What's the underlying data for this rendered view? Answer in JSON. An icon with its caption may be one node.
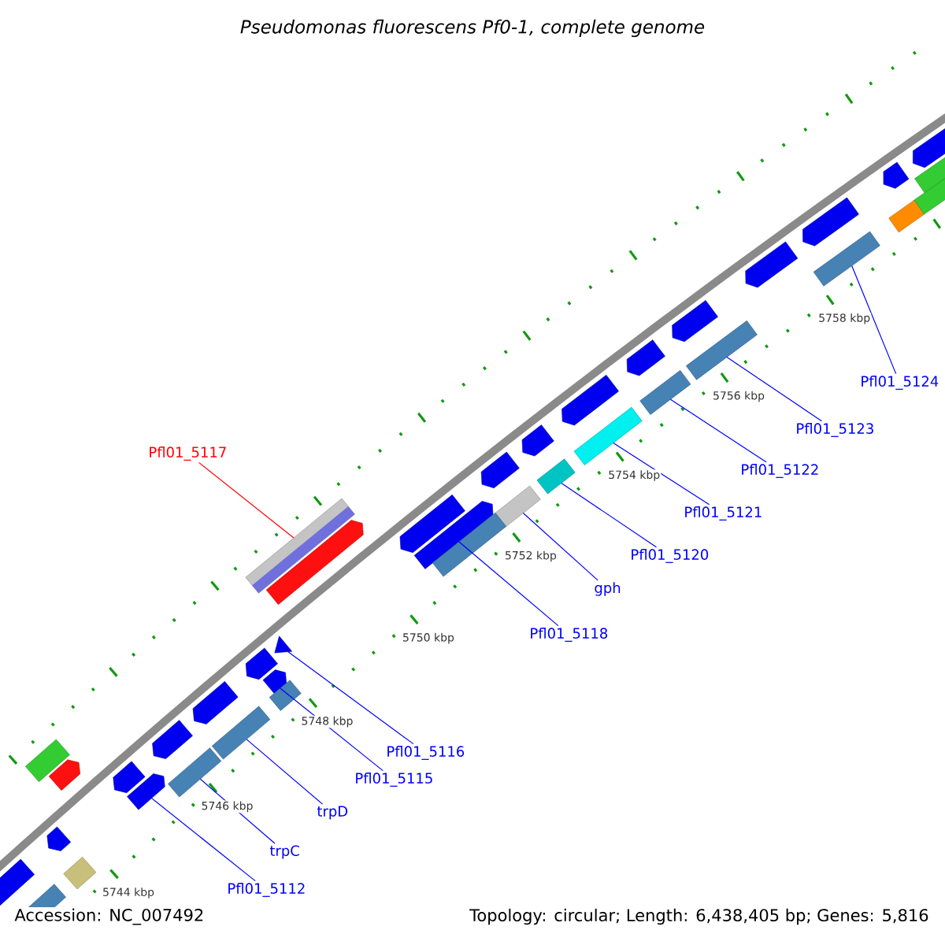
{
  "diagram": {
    "title": "Pseudomonas fluorescens Pf0-1, complete genome",
    "nodes": [
      {
        "text": [
          "Pfl01_5124"
        ]
      },
      {
        "text": [
          "Pfl01_5123"
        ]
      },
      {
        "text": [
          "Pfl01_5117"
        ]
      },
      {
        "text": [
          "Pfl01_5122"
        ]
      },
      {
        "text": [
          "Pfl01_5121"
        ]
      },
      {
        "text": [
          "Pfl01_5120"
        ]
      },
      {
        "text": [
          "gph"
        ]
      },
      {
        "text": [
          "Pfl01_5118"
        ]
      },
      {
        "text": [
          "Pfl01_5116"
        ]
      },
      {
        "text": [
          "Pfl01_5115"
        ]
      },
      {
        "text": [
          "trpD"
        ]
      },
      {
        "text": [
          "trpC"
        ]
      },
      {
        "text": [
          "Pfl01_5112"
        ]
      },
      {
        "text": [],
        "shape": "bar"
      },
      {
        "text": [],
        "shape": "bar"
      },
      {
        "text": [],
        "shape": "bar"
      },
      {
        "text": [],
        "shape": "bar"
      },
      {
        "text": [],
        "shape": "bar"
      },
      {
        "text": [],
        "shape": "bar"
      },
      {
        "text": [],
        "shape": "bar"
      },
      {
        "text": [],
        "shape": "bar"
      },
      {
        "text": [],
        "shape": "triangle"
      },
      {
        "text": [],
        "shape": "bar"
      },
      {
        "text": [],
        "shape": "bar"
      },
      {
        "text": [],
        "shape": "bar"
      },
      {
        "text": [],
        "shape": "bar"
      },
      {
        "text": [],
        "shape": "bar"
      },
      {
        "text": [],
        "shape": "bar"
      },
      {
        "text": [],
        "shape": "bar"
      },
      {
        "text": [],
        "shape": "bar"
      },
      {
        "text": [],
        "shape": "bar"
      },
      {
        "text": [],
        "shape": "bar"
      },
      {
        "text": [],
        "shape": "bar"
      },
      {
        "text": [],
        "shape": "bar"
      },
      {
        "text": [],
        "shape": "bar"
      },
      {
        "text": [],
        "shape": "bar"
      },
      {
        "text": [],
        "shape": "bar"
      },
      {
        "text": [],
        "shape": "bar"
      },
      {
        "text": [],
        "shape": "bar"
      },
      {
        "text": [],
        "shape": "bar"
      },
      {
        "text": [],
        "shape": "bar"
      },
      {
        "text": [],
        "shape": "bar"
      },
      {
        "text": [],
        "shape": "bar"
      },
      {
        "text": [],
        "shape": "bar"
      },
      {
        "text": [],
        "shape": "bar"
      },
      {
        "text": [],
        "shape": "bar"
      },
      {
        "text": [],
        "shape": "bar"
      },
      {
        "text": [],
        "shape": "bar"
      },
      {
        "text": [],
        "shape": "bar"
      },
      {
        "text": [],
        "shape": "bar"
      },
      {
        "text": [],
        "shape": "bar"
      },
      {
        "text": [],
        "shape": "bar"
      }
    ],
    "edges": [
      {
        "from": 0,
        "to": 13,
        "arrow": "none"
      },
      {
        "from": 1,
        "to": 14,
        "arrow": "none"
      },
      {
        "from": 2,
        "to": 15,
        "arrow": "none",
        "color": "#ff0000"
      },
      {
        "from": 3,
        "to": 16,
        "arrow": "none"
      },
      {
        "from": 4,
        "to": 17,
        "arrow": "none"
      },
      {
        "from": 5,
        "to": 18,
        "arrow": "none"
      },
      {
        "from": 6,
        "to": 19,
        "arrow": "none"
      },
      {
        "from": 7,
        "to": 20,
        "arrow": "none"
      },
      {
        "from": 8,
        "to": 21,
        "arrow": "none"
      },
      {
        "from": 9,
        "to": 22,
        "arrow": "none"
      },
      {
        "from": 10,
        "to": 23,
        "arrow": "none"
      },
      {
        "from": 11,
        "to": 24,
        "arrow": "none"
      },
      {
        "from": 12,
        "to": 25,
        "arrow": "none"
      }
    ],
    "labels": [
      "5758 kbp",
      "5756 kbp",
      "5754 kbp",
      "5752 kbp",
      "5750 kbp",
      "5748 kbp",
      "5746 kbp",
      "5744 kbp",
      "Accession: NC_007492",
      "Topology: circular; Length: 6,438,405 bp; Genes: 5,816"
    ]
  }
}
